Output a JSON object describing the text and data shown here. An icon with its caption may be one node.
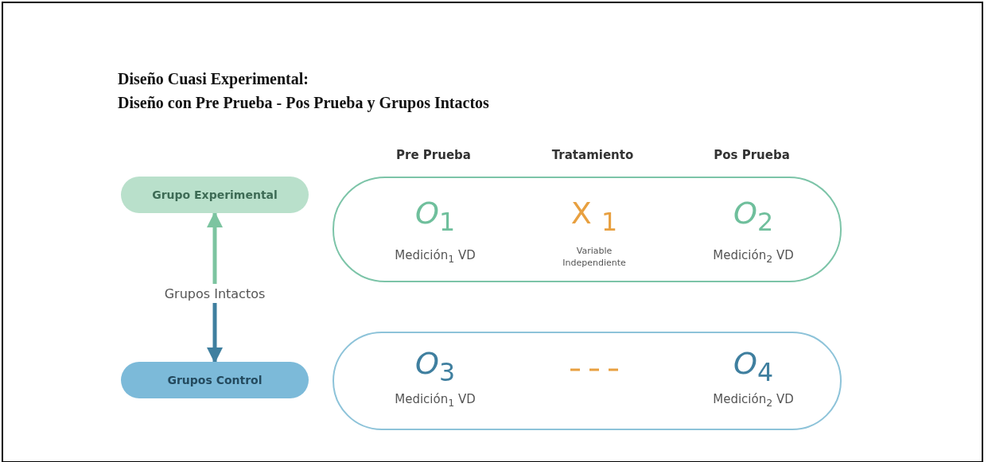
{
  "diagram": {
    "title": "Diseño Cuasi Experimental:",
    "nodes": [
      {
        "text": [
          "Grupo Experimental"
        ]
      },
      {
        "text": [
          "Grupos Intactos"
        ]
      },
      {
        "text": [
          "Grupos Control"
        ]
      },
      {
        "text": [
          "*O*$_{1}$",
          "Medición$_{1}$ VD",
          "X $_{1}$",
          "Variable Independiente",
          "*O*$_{2}$",
          "Medición$_{2}$ VD"
        ]
      },
      {
        "text": [
          "*O*$_{3}$",
          "Medición$_{1}$ VD",
          "*O*$_{4}$",
          "Medición$_{2}$ VD"
        ]
      }
    ],
    "edges": [
      {
        "from": 1,
        "to": 0,
        "arrow": "to",
        "color": "#7cc4a0"
      },
      {
        "from": 1,
        "to": 2,
        "arrow": "to",
        "color": "#3f7f9f"
      }
    ],
    "labels": [
      "Diseño con Pre Prueba - Pos Prueba y Grupos Intactos",
      "Pre Prueba",
      "Tratamiento",
      "Pos Prueba"
    ]
  }
}
